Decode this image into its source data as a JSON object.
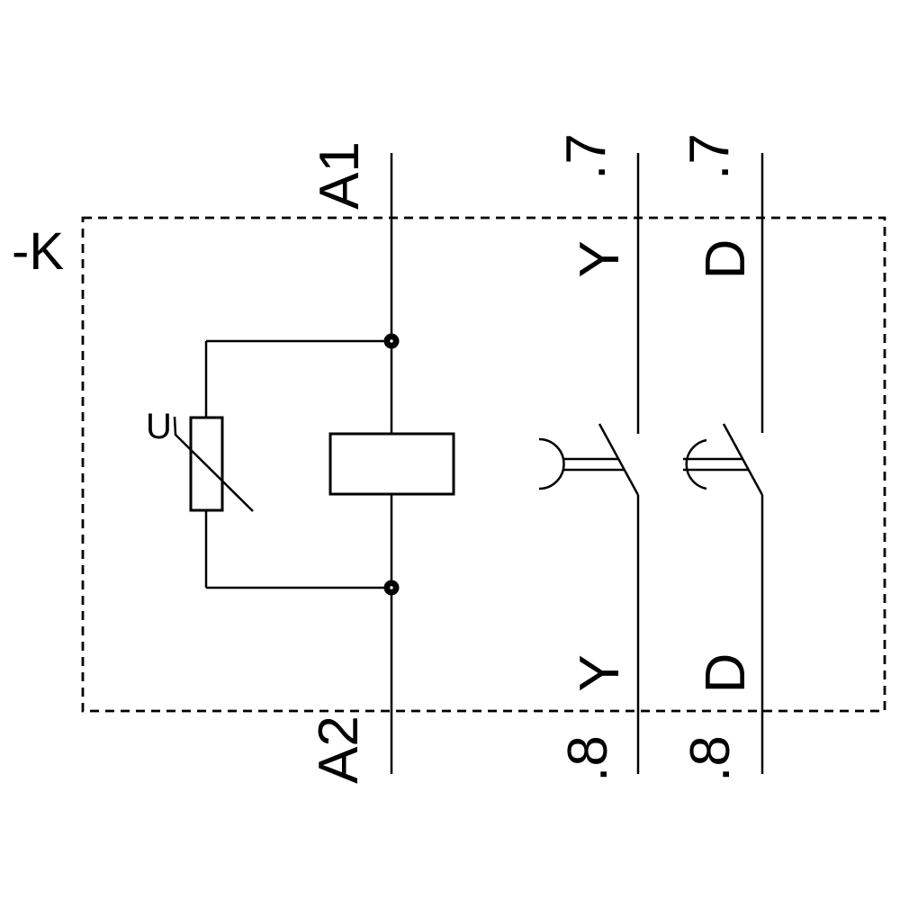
{
  "diagram": {
    "device_label": "-K",
    "coil": {
      "terminal_top": "A1",
      "terminal_bottom": "A2"
    },
    "varistor": {
      "label": "U"
    },
    "star_contact": {
      "terminal_top": ".7",
      "terminal_bottom": ".8",
      "function_top": "Y",
      "function_bottom": "Y"
    },
    "delta_contact": {
      "terminal_top": ".7",
      "terminal_bottom": ".8",
      "function_top": "D",
      "function_bottom": "D"
    },
    "colors": {
      "line": "#000000",
      "background": "#ffffff"
    }
  }
}
